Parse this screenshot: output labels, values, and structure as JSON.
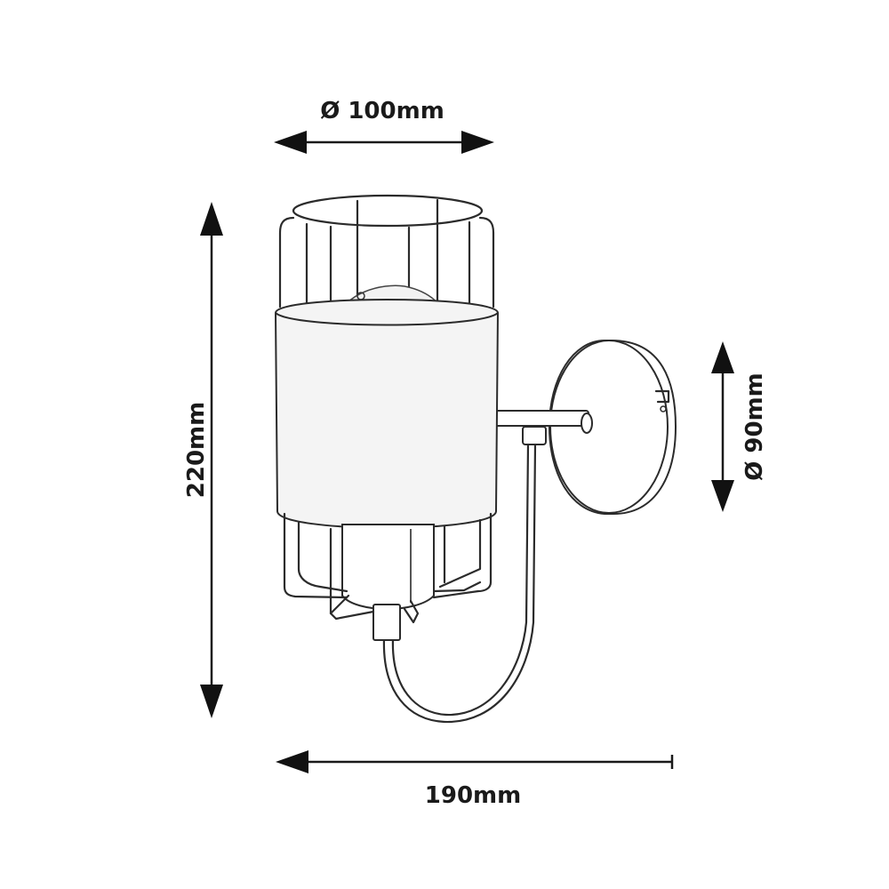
{
  "diagram": {
    "title": "Wall lamp dimension drawing",
    "dimensions": {
      "shade_diameter": {
        "symbol": "Ø",
        "label": "Ø 100mm",
        "value": 100,
        "unit": "mm"
      },
      "height": {
        "label": "220mm",
        "value": 220,
        "unit": "mm"
      },
      "base_diameter": {
        "symbol": "Ø",
        "label": "Ø 90mm",
        "value": 90,
        "unit": "mm"
      },
      "depth": {
        "label": "190mm",
        "value": 190,
        "unit": "mm"
      }
    },
    "parts": [
      "wire cage",
      "cylindrical shade",
      "bulb",
      "lamp holder",
      "arm",
      "round wall plate",
      "cable"
    ],
    "colors": {
      "ink": "#1a1a1a",
      "background": "#ffffff"
    }
  }
}
